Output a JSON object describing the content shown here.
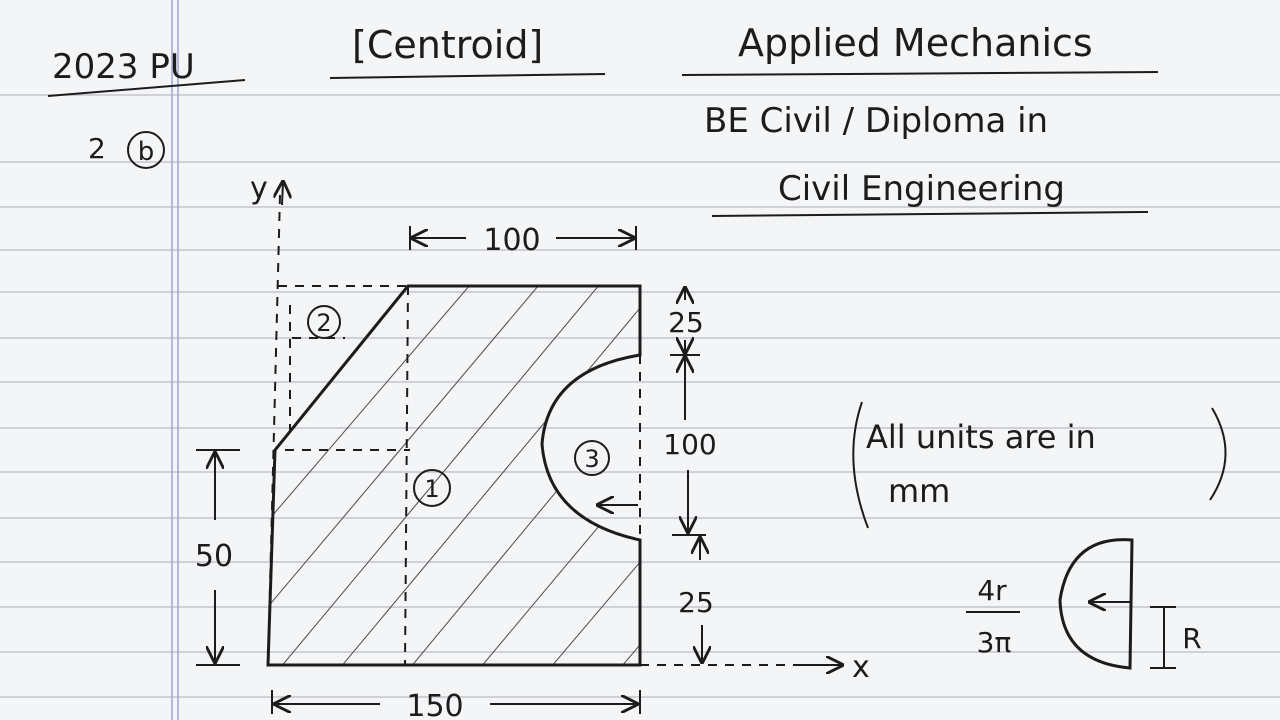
{
  "header": {
    "year_tag": "2023 PU",
    "question_no": "2",
    "question_part": "b",
    "topic": "[Centroid]",
    "subject": "Applied Mechanics",
    "course_line1": "BE Civil / Diploma in",
    "course_line2": "Civil Engineering"
  },
  "figure": {
    "axis_y_label": "y",
    "axis_x_label": "x",
    "dim_top": "100",
    "dim_bottom": "150",
    "dim_left": "50",
    "dim_right_top": "25",
    "dim_right_mid": "100",
    "dim_right_bottom": "25",
    "part_labels": [
      "1",
      "2",
      "3"
    ]
  },
  "note": {
    "line1": "All units are in",
    "line2": "mm"
  },
  "formula": {
    "numerator": "4r",
    "denominator": "3π",
    "radius_label": "R"
  },
  "colors": {
    "ink": "#1c1c1c",
    "paper": "#f4f5f6",
    "rule_line": "#b9bcc4",
    "margin_line": "#9a9fd0"
  }
}
